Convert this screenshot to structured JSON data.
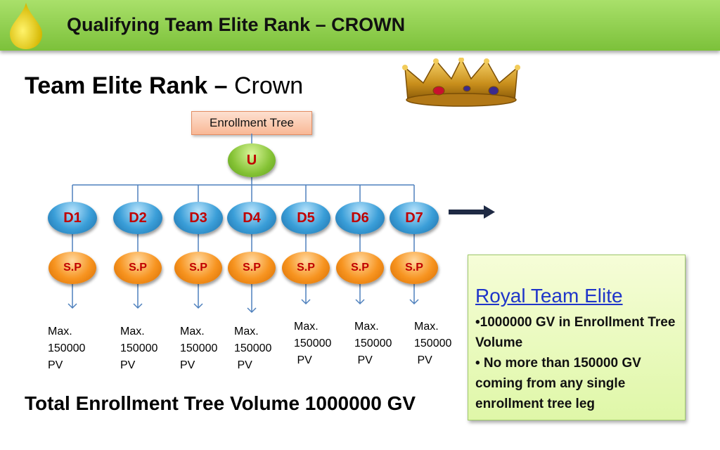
{
  "banner": {
    "title": "Qualifying Team Elite Rank – CROWN"
  },
  "heading": {
    "bold": "Team Elite Rank –",
    "regular": "Crown"
  },
  "tree": {
    "label": "Enrollment Tree",
    "root": "U",
    "downlines": [
      "D1",
      "D2",
      "D3",
      "D4",
      "D5",
      "D6",
      "D7"
    ],
    "sp_label": "S.P",
    "leg_limits": [
      "Max.\n150000\nPV",
      "Max.\n150000\nPV",
      "Max.\n150000\nPV",
      "Max.\n150000\n PV",
      "Max.\n150000\n PV",
      "Max.\n150000\n PV",
      "Max.\n150000\n PV"
    ]
  },
  "total": "Total Enrollment  Tree Volume 1000000  GV",
  "royal": {
    "title": "Royal Team Elite",
    "point1": "•1000000 GV  in Enrollment Tree  Volume",
    "point2": "• No more than 150000 GV coming  from  any single enrollment tree leg"
  },
  "colors": {
    "banner": "#8fcc4a",
    "title_link": "#1f35c9",
    "node_text": "#c00000",
    "d_node": "#3a9ed8",
    "sp_node": "#f79420",
    "u_node": "#84c234"
  },
  "icons": [
    "drop-icon",
    "crown-icon",
    "right-arrow-icon"
  ]
}
